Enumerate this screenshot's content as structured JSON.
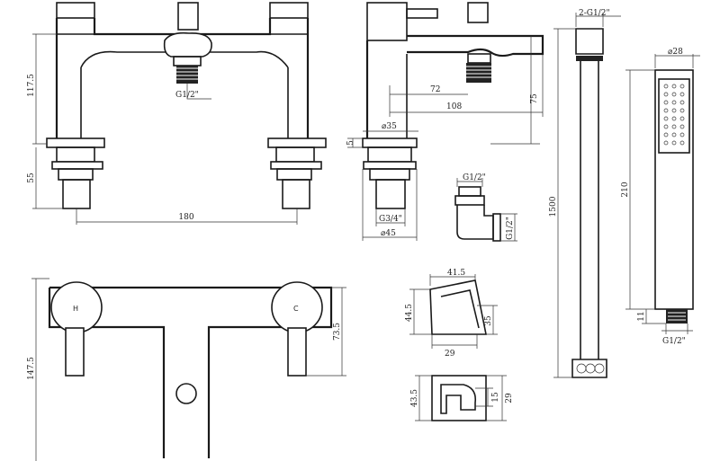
{
  "dimensions": {
    "bridge_front": {
      "height_upper": "117.5",
      "height_lower": "55",
      "centres": "180",
      "outlet_thread": "G1/2\""
    },
    "bridge_side": {
      "base_dia": "⌀35",
      "deck": "5",
      "reach_short": "72",
      "reach_long": "108",
      "height": "75",
      "tail_thread": "G3/4\"",
      "tail_dia": "⌀45"
    },
    "elbow": {
      "top_thread": "G1/2\"",
      "side_thread": "G1/2\""
    },
    "hose": {
      "ends": "2-G1/2\"",
      "length": "1500"
    },
    "handset": {
      "dia": "⌀28",
      "length": "210",
      "collar": "11",
      "thread": "G1/2\""
    },
    "wall_mixer": {
      "overall_height": "147.5",
      "upper_height": "73.5",
      "hot_label": "H",
      "cold_label": "C"
    },
    "holder_side": {
      "top_width": "41.5",
      "height": "44.5",
      "inner_height": "35",
      "base_width": "29"
    },
    "holder_front": {
      "height": "43.5",
      "inner": "15",
      "outer": "29"
    }
  },
  "colors": {
    "line": "#1a1a1a",
    "background": "#ffffff"
  }
}
